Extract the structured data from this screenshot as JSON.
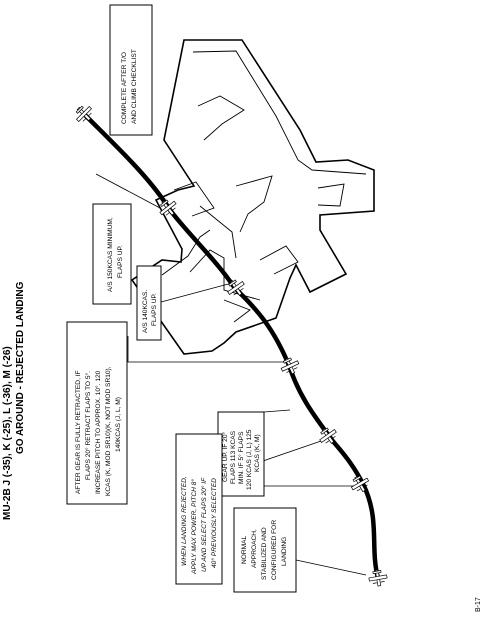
{
  "header": {
    "model_line": "MU-2B J (-35), K (-25), L (-36), M (-26)",
    "procedure_title": "GO AROUND - REJECTED LANDING"
  },
  "boxes": {
    "complete_checklist": [
      "COMPLETE AFTER T/O",
      "AND CLIMB CHECKLIST"
    ],
    "as_150": [
      "A/S 150KCAS MINIMUM,",
      "FLAPS UP."
    ],
    "as_140": [
      "A/S 140KCAS.",
      "FLAPS UP."
    ],
    "after_gear": [
      "AFTER GEAR IS FULLY RETRACTED, IF",
      "FLAPS 20° RETRACT FLAPS TO 5°.",
      "INCREASE PITCH TO APPROX. 10°. 120",
      "KCAS (K, MOD SR10)(K, NOT MOD SR10),",
      "140KCAS (J, L, M)"
    ],
    "gear_up": [
      "GEAR UP. IF 20°",
      "FLAPS 113 KCAS",
      "MIN. IF 5° FLAPS",
      "120 KCAS (J, L) 125",
      "KCAS (K, M)"
    ],
    "landing_rejected": [
      "WHEN LANDING REJECTED,",
      "APPLY MAX POWER, PITCH 8°",
      "UP AND SELECT FLAPS 20° IF",
      "40° PREVIOUSLY SELECTED"
    ],
    "normal_approach": [
      "NORMAL",
      "APPROACH,",
      "STABILIZED AND",
      "CONFIGURED FOR",
      "LANDING"
    ]
  },
  "footer": {
    "page_number": "B-17"
  }
}
